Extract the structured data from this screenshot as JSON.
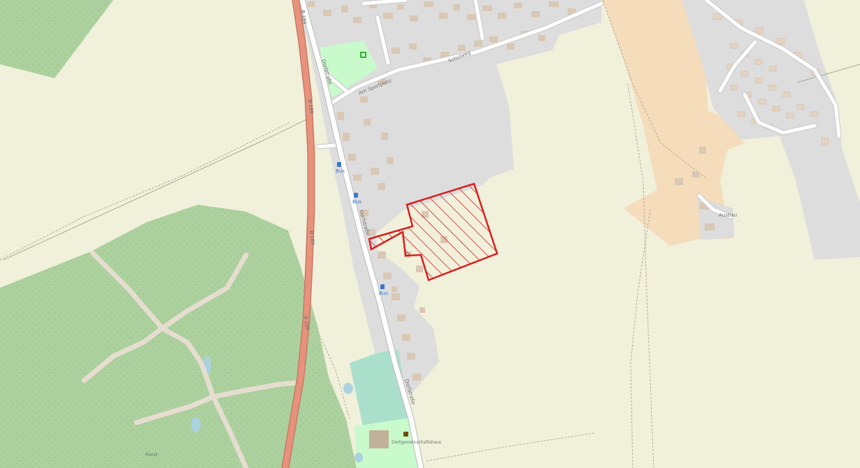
{
  "map": {
    "colors": {
      "background": "#f0f0db",
      "forest": "#add19e",
      "built_up": "#dddddd",
      "building": "#d9c8b4",
      "farmyard": "#f5dcba",
      "park": "#c8facc",
      "sports": "#aae0cb",
      "main_road": "#e8927c",
      "road_casing": "#b9b9b9",
      "water": "#aad3df",
      "path": "#e6ddd0",
      "boundary": "#9aa58a",
      "site_outline": "#d81e1e"
    },
    "icons": [
      "playground-icon",
      "bus-stop-icon",
      "bus-stop-icon",
      "bus-stop-icon",
      "community-centre-icon"
    ],
    "labels": {
      "main_road_1": "B 189",
      "main_road_2": "B 189",
      "main_road_3": "B 189",
      "main_road_4": "B 189",
      "side_road_1": "Dorfstraße",
      "side_road_2": "Dorfstraße",
      "side_road_3": "Dorfstraße",
      "lane_1": "Am Sportplatz",
      "lane_2": "Schulweg",
      "bus_stop_1": "Bus",
      "bus_stop_2": "Bus",
      "bus_stop_3": "Bus",
      "facility": "Dorfgemeinschaftshaus",
      "forest_name": "Forst",
      "hamlet": "Ausbau"
    }
  }
}
